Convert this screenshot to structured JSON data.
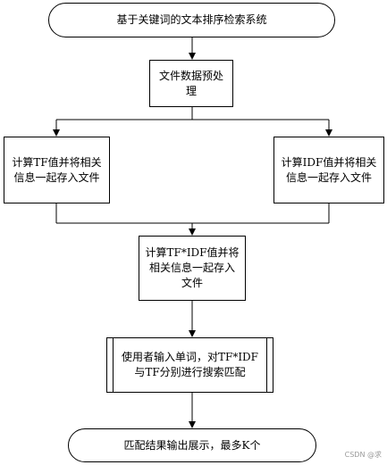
{
  "diagram": {
    "nodes": {
      "start": "基于关键词的文本排序检索系统",
      "preprocess": "文件数据预处理",
      "tf": "计算TF值并将相关信息一起存入文件",
      "idf": "计算IDF值并将相关信息一起存入文件",
      "tfidf": "计算TF*IDF值并将相关信息一起存入文件",
      "query": "使用者输入单词，对TF*IDF与TF分别进行搜索匹配",
      "end": "匹配结果输出展示，最多K个"
    }
  },
  "watermark": "CSDN @求"
}
